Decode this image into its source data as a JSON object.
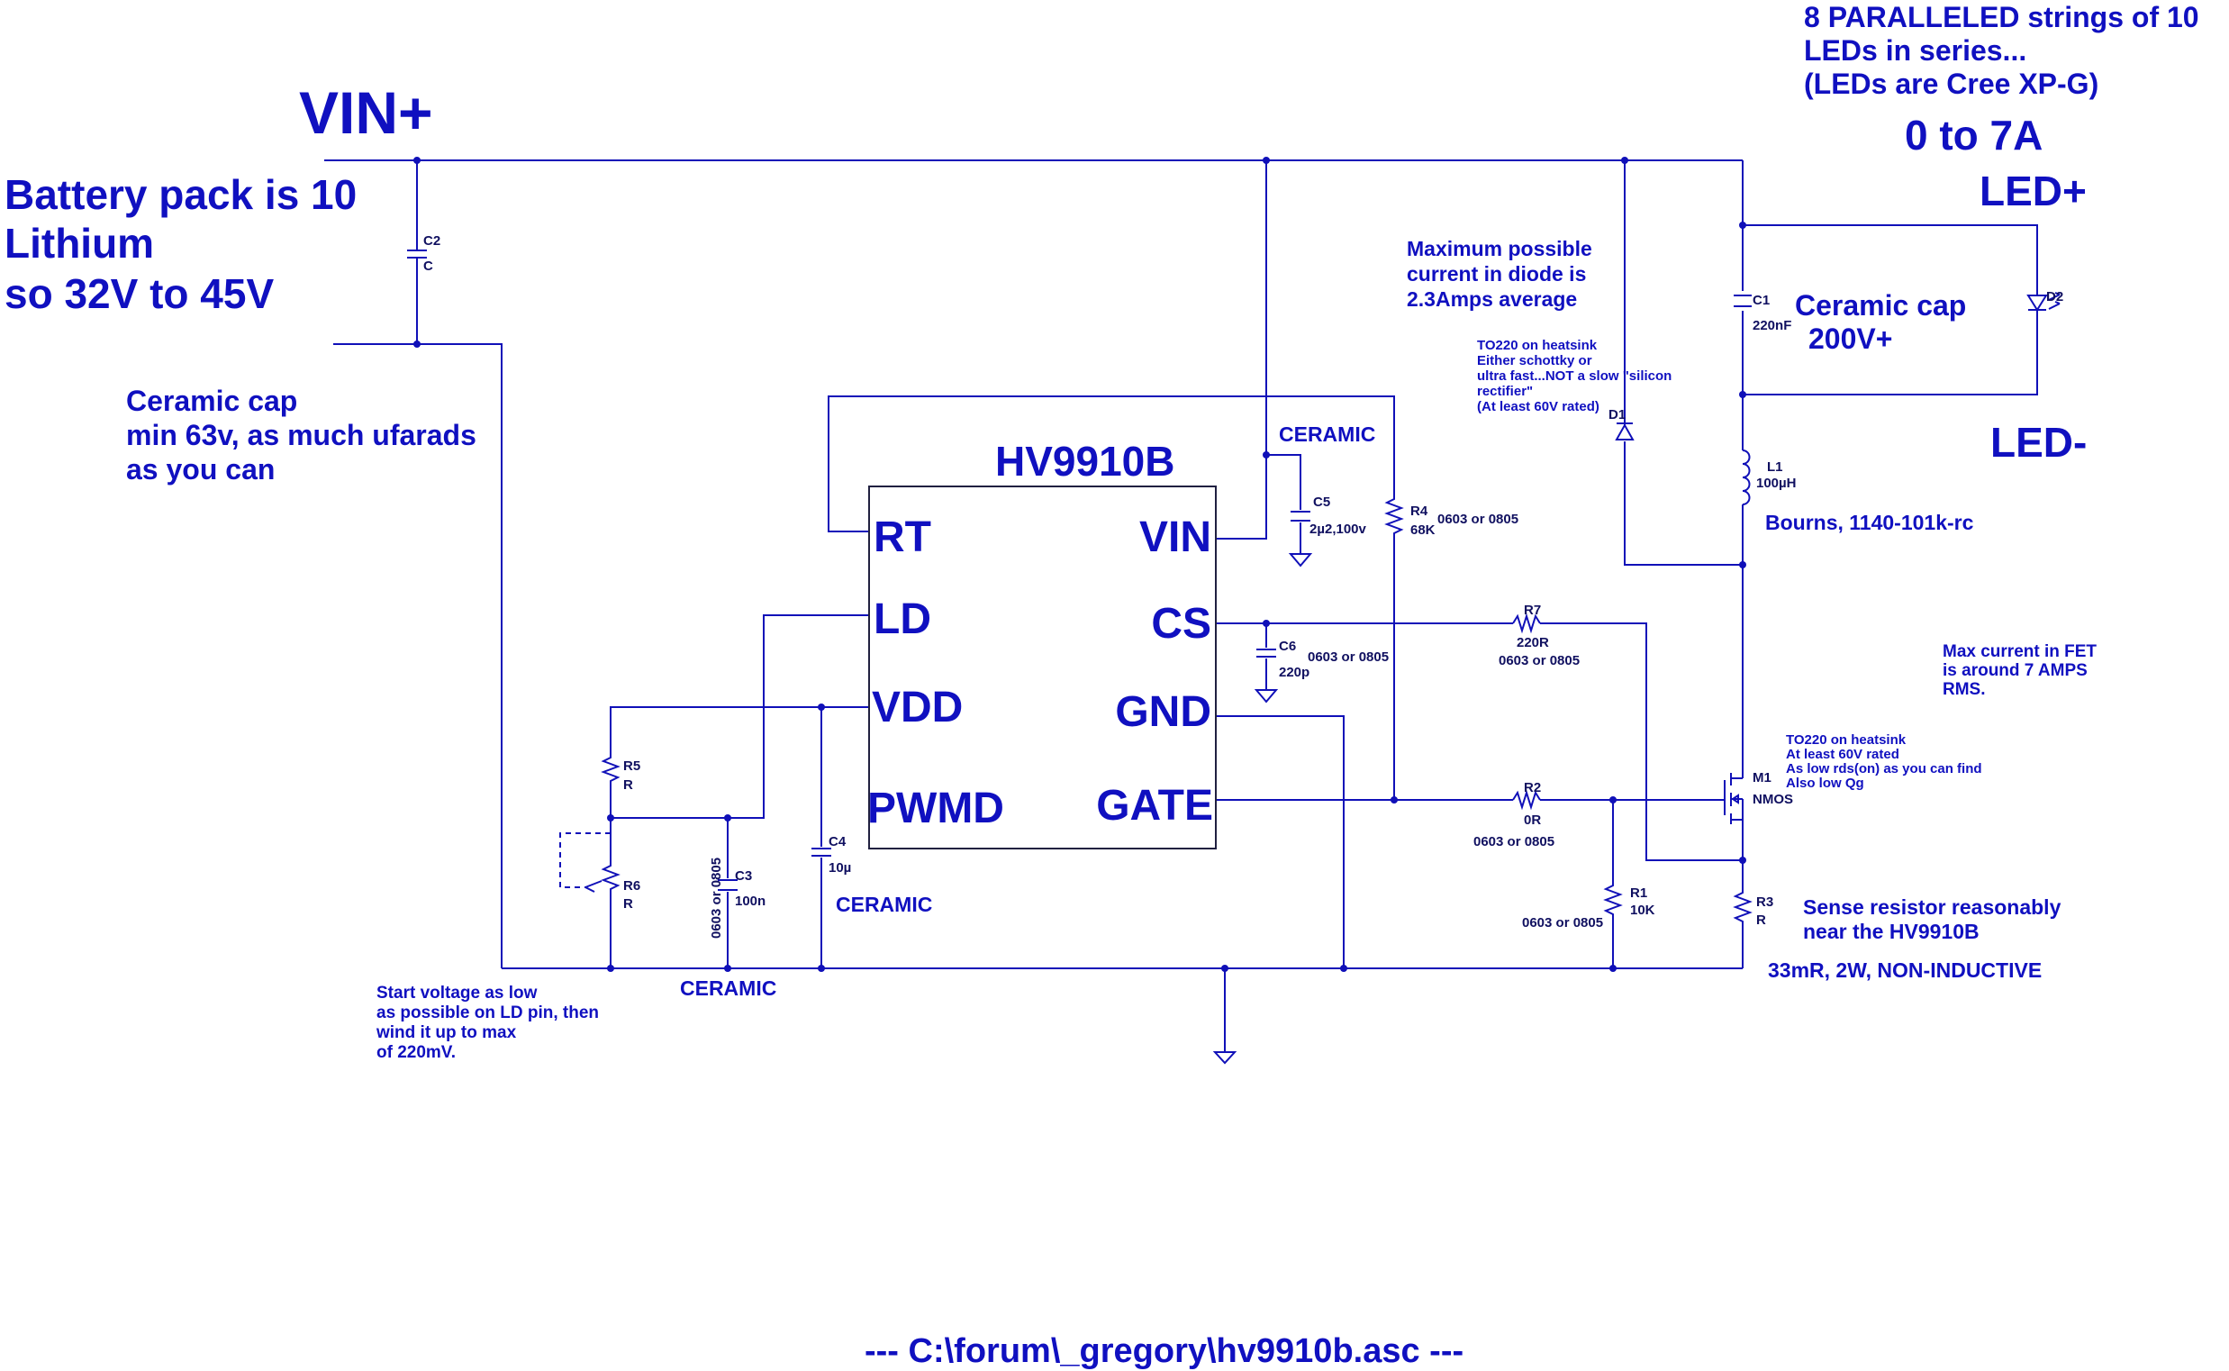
{
  "labels": {
    "vin_plus": "VIN+",
    "battery_1": "Battery pack is 10",
    "battery_2": "Lithium",
    "battery_3": "so 32V to 45V",
    "ceramic_cap_1": "Ceramic cap",
    "ceramic_cap_2": "min 63v, as much ufarads",
    "ceramic_cap_3": "as you can",
    "strings_1": "8 PARALLELED strings of 10",
    "strings_2": "LEDs in series...",
    "strings_3": "(LEDs are Cree XP-G)",
    "current_range": "0 to 7A",
    "led_plus": "LED+",
    "led_minus": "LED-",
    "diode_current_1": "Maximum possible",
    "diode_current_2": "current in diode is",
    "diode_current_3": "2.3Amps average",
    "diode_note_1": "TO220 on heatsink",
    "diode_note_2": "Either schottky or",
    "diode_note_3": "ultra fast...NOT a slow \"silicon",
    "diode_note_4": "rectifier\"",
    "diode_note_5": "(At least 60V rated)",
    "ceramic_200_1": "Ceramic cap",
    "ceramic_200_2": "200V+",
    "ceramic_c5": "CERAMIC",
    "bourns": "Bourns,  1140-101k-rc",
    "fet_current_1": "Max current in FET",
    "fet_current_2": "is  around 7 AMPS",
    "fet_current_3": "RMS.",
    "fet_note_1": "TO220 on heatsink",
    "fet_note_2": "At least 60V rated",
    "fet_note_3": "As low rds(on) as you can find",
    "fet_note_4": "Also low Qg",
    "sense_1": "Sense resistor reasonably",
    "sense_2": "near the HV9910B",
    "sense_3": "33mR, 2W, NON-INDUCTIVE",
    "start_1": "Start voltage as low",
    "start_2": "as possible on LD pin, then",
    "start_3": "wind it up to max",
    "start_4": "of 220mV.",
    "ceramic_c3": "CERAMIC",
    "ceramic_c4": "CERAMIC",
    "footer": "---  C:\\forum\\_gregory\\hv9910b.asc  ---"
  },
  "ic": {
    "name": "HV9910B",
    "pins": {
      "rt": "RT",
      "ld": "LD",
      "vdd": "VDD",
      "pwmd": "PWMD",
      "vin": "VIN",
      "cs": "CS",
      "gnd": "GND",
      "gate": "GATE"
    }
  },
  "components": {
    "c2": {
      "ref": "C2",
      "value": "C"
    },
    "c1": {
      "ref": "C1",
      "value": "220nF"
    },
    "d2": {
      "ref": "D2"
    },
    "d1": {
      "ref": "D1"
    },
    "l1": {
      "ref": "L1",
      "value": "100µH"
    },
    "c5": {
      "ref": "C5",
      "value": "2µ2,100v"
    },
    "r4": {
      "ref": "R4",
      "value": "68K",
      "package": "0603 or 0805"
    },
    "r7": {
      "ref": "R7",
      "value": "220R",
      "package": "0603 or 0805"
    },
    "c6": {
      "ref": "C6",
      "value": "220p",
      "package": "0603 or 0805"
    },
    "r2": {
      "ref": "R2",
      "value": "0R",
      "package": "0603 or 0805"
    },
    "r1": {
      "ref": "R1",
      "value": "10K",
      "package": "0603 or 0805"
    },
    "m1": {
      "ref": "M1",
      "value": "NMOS"
    },
    "r3": {
      "ref": "R3",
      "value": "R"
    },
    "r5": {
      "ref": "R5",
      "value": "R"
    },
    "r6": {
      "ref": "R6",
      "value": "R"
    },
    "c3": {
      "ref": "C3",
      "value": "100n",
      "package": "0603 or 0805"
    },
    "c4": {
      "ref": "C4",
      "value": "10µ"
    }
  },
  "colors": {
    "wire": "#1010b8",
    "text": "#1010c0",
    "ic_outline": "#202040"
  }
}
